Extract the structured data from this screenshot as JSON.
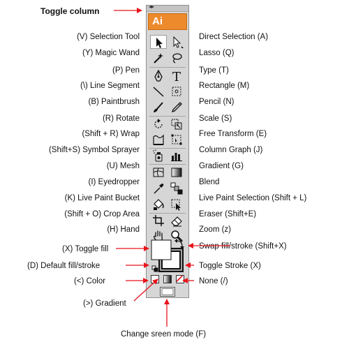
{
  "labels": {
    "toggle_column": "Toggle column",
    "selection_tool": "(V) Selection Tool",
    "direct_selection": "Direct Selection (A)",
    "magic_wand": "(Y) Magic Wand",
    "lasso": "Lasso (Q)",
    "pen": "(P) Pen",
    "type": "Type (T)",
    "line_segment": "(\\) Line Segment",
    "rectangle": "Rectangle (M)",
    "paintbrush": "(B) Paintbrush",
    "pencil": "Pencil (N)",
    "rotate": "(R) Rotate",
    "scale": "Scale (S)",
    "wrap": "(Shift + R) Wrap",
    "free_transform": "Free Transform (E)",
    "symbol_sprayer": "(Shift+S) Symbol Sprayer",
    "column_graph": "Column Graph (J)",
    "mesh": "(U) Mesh",
    "gradient_tool": "Gradient (G)",
    "eyedropper": "(I) Eyedropper",
    "blend": "Blend",
    "live_paint_bucket": "(K) Live Paint Bucket",
    "live_paint_selection": "Live Paint Selection (Shift + L)",
    "crop_area": "(Shift + O) Crop Area",
    "eraser": "Eraser (Shift+E)",
    "hand": "(H) Hand",
    "zoom": "Zoom (z)",
    "toggle_fill": "(X) Toggle fill",
    "swap_fill_stroke": "Swap fill/stroke (Shift+X)",
    "default_fill_stroke": "(D) Default fill/stroke",
    "toggle_stroke": "Toggle Stroke (X)",
    "color": "(<) Color",
    "none": "None (/)",
    "gradient_mode": "(>) Gradient",
    "change_screen_mode": "Change sreen mode (F)"
  },
  "toolbar": {
    "logo": "Ai",
    "grip": "◂▸",
    "type_glyph": "T"
  },
  "colors": {
    "arrow": "#e8141c",
    "logo_bg": "#ec8a2c",
    "panel_bg": "#d6d6d6",
    "none_slash": "#e8141c"
  }
}
